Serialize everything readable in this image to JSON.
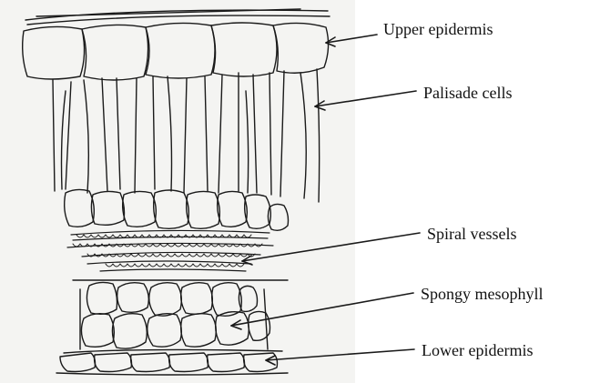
{
  "labels": {
    "upper_epidermis": "Upper epidermis",
    "palisade_cells": "Palisade cells",
    "spiral_vessels": "Spiral vessels",
    "spongy_mesophyll": "Spongy mesophyll",
    "lower_epidermis": "Lower epidermis"
  },
  "colors": {
    "ink": "#1a1a1a",
    "paper": "#f4f4f2"
  }
}
